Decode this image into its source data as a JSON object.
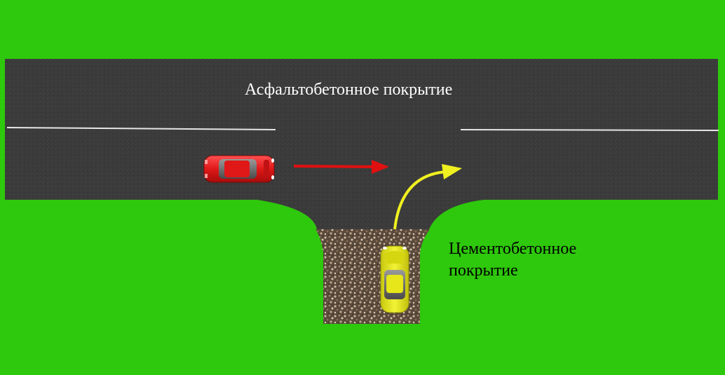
{
  "labels": {
    "asphalt": "Асфальтобетонное покрытие",
    "concrete_line1": "Цементобетонное",
    "concrete_line2": "покрытие"
  },
  "colors": {
    "grass": "#2ec80c",
    "asphalt": "#3a3a3a",
    "lane_marking": "#e6e6e6",
    "red_car": "#e01818",
    "red_arrow": "#e01010",
    "yellow_car": "#e6e61a",
    "yellow_arrow": "#f0f020"
  },
  "vehicles": [
    {
      "name": "red-car",
      "color": "red",
      "direction": "straight"
    },
    {
      "name": "yellow-car",
      "color": "yellow",
      "direction": "right-turn"
    }
  ]
}
